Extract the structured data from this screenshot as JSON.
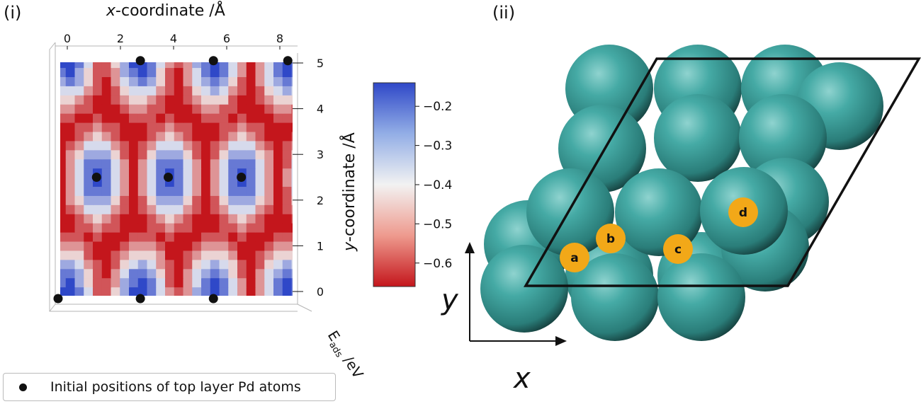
{
  "panel_i": {
    "label": "(i)",
    "x_title_var": "x",
    "x_title_rest": "-coordinate /Å",
    "y_title_var": "y",
    "y_title_rest": "-coordinate /Å",
    "z_title_main": "E",
    "z_title_sub": "ads",
    "z_title_rest": " /eV",
    "legend_label": "Initial positions of top layer Pd atoms",
    "colors": {
      "low": "#c4161c",
      "mid": "#f2f2f2",
      "high": "#2f48c8",
      "marker": "#111111"
    }
  },
  "panel_ii": {
    "label": "(ii)",
    "axis_x_label": "x",
    "axis_y_label": "y",
    "sites": [
      "a",
      "b",
      "c",
      "d"
    ],
    "colors": {
      "atom": "#3b9d98",
      "site": "#f2a818",
      "cell": "#111111"
    }
  },
  "chart_data": {
    "type": "heatmap",
    "xlabel": "x-coordinate /Å",
    "ylabel": "y-coordinate /Å",
    "zlabel": "Eads /eV",
    "x_ticks": [
      0,
      2,
      4,
      6,
      8
    ],
    "y_ticks": [
      0,
      1,
      2,
      3,
      4,
      5
    ],
    "xlim": [
      -0.5,
      8.9
    ],
    "ylim": [
      -0.3,
      5.2
    ],
    "colorbar": {
      "ticks": [
        -0.2,
        -0.3,
        -0.4,
        -0.5,
        -0.6
      ],
      "range": [
        -0.66,
        -0.14
      ],
      "colormap": "coolwarm_r"
    },
    "pd_atoms": [
      [
        0,
        0
      ],
      [
        2.75,
        0
      ],
      [
        5.5,
        0
      ],
      [
        1.1,
        2.5
      ],
      [
        3.8,
        2.5
      ],
      [
        6.55,
        2.5
      ],
      [
        2.75,
        5.05
      ],
      [
        5.5,
        5.05
      ],
      [
        8.3,
        5.05
      ]
    ]
  }
}
